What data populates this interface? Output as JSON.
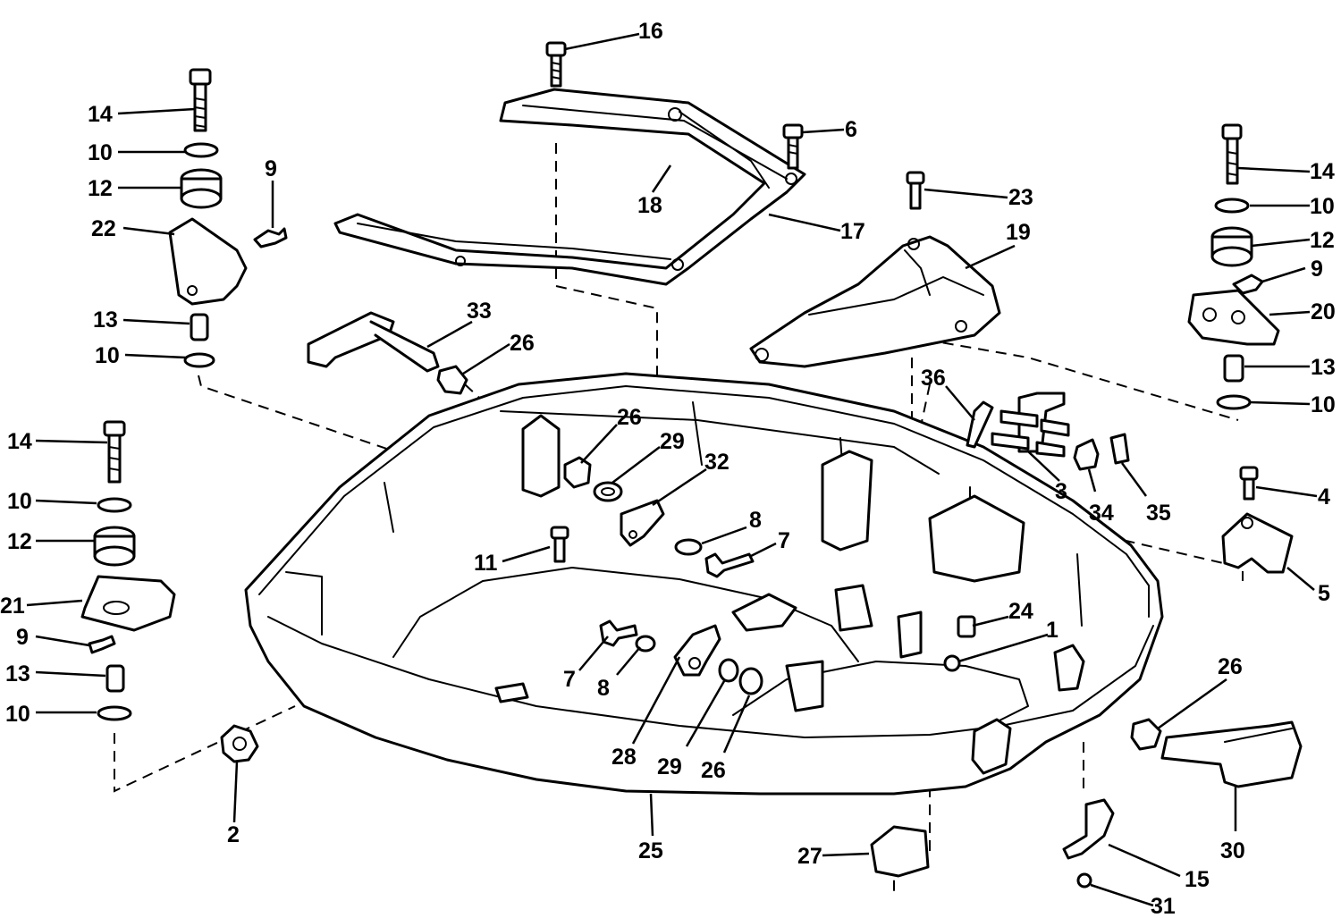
{
  "callouts": [
    {
      "id": "c16a",
      "text": "16"
    },
    {
      "id": "c14a",
      "text": "14"
    },
    {
      "id": "c10a",
      "text": "10"
    },
    {
      "id": "c12a",
      "text": "12"
    },
    {
      "id": "c9a",
      "text": "9"
    },
    {
      "id": "c22",
      "text": "22"
    },
    {
      "id": "c13a",
      "text": "13"
    },
    {
      "id": "c10b",
      "text": "10"
    },
    {
      "id": "c6",
      "text": "6"
    },
    {
      "id": "c18",
      "text": "18"
    },
    {
      "id": "c17",
      "text": "17"
    },
    {
      "id": "c23",
      "text": "23"
    },
    {
      "id": "c19",
      "text": "19"
    },
    {
      "id": "c33",
      "text": "33"
    },
    {
      "id": "c26a",
      "text": "26"
    },
    {
      "id": "c14b",
      "text": "14"
    },
    {
      "id": "c10c",
      "text": "10"
    },
    {
      "id": "c12b",
      "text": "12"
    },
    {
      "id": "c9b",
      "text": "9"
    },
    {
      "id": "c20",
      "text": "20"
    },
    {
      "id": "c13b",
      "text": "13"
    },
    {
      "id": "c10d",
      "text": "10"
    },
    {
      "id": "c36",
      "text": "36"
    },
    {
      "id": "c26b",
      "text": "26"
    },
    {
      "id": "c29a",
      "text": "29"
    },
    {
      "id": "c32",
      "text": "32"
    },
    {
      "id": "c3",
      "text": "3"
    },
    {
      "id": "c34",
      "text": "34"
    },
    {
      "id": "c35",
      "text": "35"
    },
    {
      "id": "c4",
      "text": "4"
    },
    {
      "id": "c14c",
      "text": "14"
    },
    {
      "id": "c10e",
      "text": "10"
    },
    {
      "id": "c12c",
      "text": "12"
    },
    {
      "id": "c8a",
      "text": "8"
    },
    {
      "id": "c7a",
      "text": "7"
    },
    {
      "id": "c11",
      "text": "11"
    },
    {
      "id": "c5",
      "text": "5"
    },
    {
      "id": "c21",
      "text": "21"
    },
    {
      "id": "c9c",
      "text": "9"
    },
    {
      "id": "c24",
      "text": "24"
    },
    {
      "id": "c1",
      "text": "1"
    },
    {
      "id": "c13c",
      "text": "13"
    },
    {
      "id": "c7b",
      "text": "7"
    },
    {
      "id": "c8b",
      "text": "8"
    },
    {
      "id": "c10f",
      "text": "10"
    },
    {
      "id": "c26c",
      "text": "26"
    },
    {
      "id": "c28",
      "text": "28"
    },
    {
      "id": "c29b",
      "text": "29"
    },
    {
      "id": "c26d",
      "text": "26"
    },
    {
      "id": "c2",
      "text": "2"
    },
    {
      "id": "c25",
      "text": "25"
    },
    {
      "id": "c30",
      "text": "30"
    },
    {
      "id": "c27",
      "text": "27"
    },
    {
      "id": "c15",
      "text": "15"
    },
    {
      "id": "c31",
      "text": "31"
    }
  ]
}
